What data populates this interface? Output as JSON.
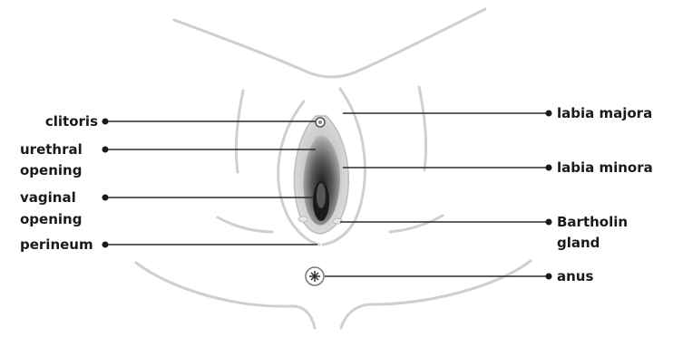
{
  "labels": {
    "clitoris": "clitoris",
    "urethral_opening_1": "urethral",
    "urethral_opening_2": "opening",
    "vaginal_opening_1": "vaginal",
    "vaginal_opening_2": "opening",
    "perineum": "perineum",
    "labia_majora": "labia majora",
    "labia_minora": "labia minora",
    "bartholin_1": "Bartholin",
    "bartholin_2": "gland",
    "anus": "anus"
  },
  "colors": {
    "outline": "#c8c8c8",
    "leader": "#2a2a2a",
    "text": "#1a1a1a",
    "dark_fill": "#3a3a3a",
    "mid_fill": "#8a8a8a",
    "light_fill": "#e4e4e4"
  }
}
